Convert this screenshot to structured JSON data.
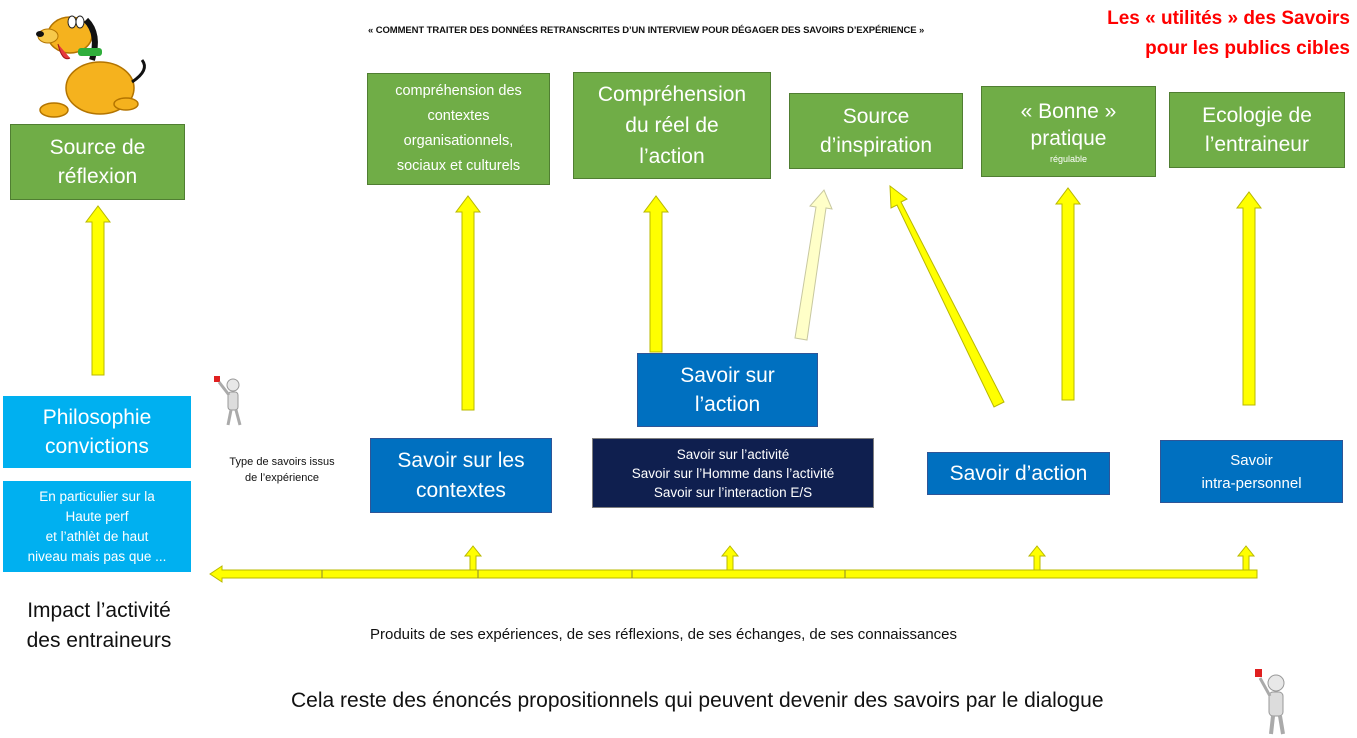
{
  "header": {
    "subtitle": "« COMMENT TRAITER DES DONNÉES RETRANSCRITES D’UN INTERVIEW POUR DÉGAGER DES SAVOIRS D’EXPÉRIENCE »",
    "title_line1": "Les « utilités » des Savoirs",
    "title_line2": "pour les publics cibles",
    "title_color": "#ff0000"
  },
  "colors": {
    "green": "#70ad47",
    "cyan": "#00b0f0",
    "blue": "#0070c0",
    "navy": "#0f1f4f",
    "arrow": "#ffff00"
  },
  "utilities": {
    "reflexion": [
      "Source de",
      "réflexion"
    ],
    "contextes": [
      "compréhension des",
      "contextes",
      "organisationnels,",
      "sociaux et culturels"
    ],
    "reel": [
      "Compréhension",
      "du réel de",
      "l’action"
    ],
    "inspiration": [
      "Source",
      "d’inspiration"
    ],
    "pratique": [
      "« Bonne »",
      "pratique"
    ],
    "pratique_note": "régulable",
    "ecologie": [
      "Ecologie de",
      "l’entraineur"
    ]
  },
  "savoirs": {
    "philosophie": [
      "Philosophie",
      "convictions"
    ],
    "particulier": [
      "En particulier sur la",
      "Haute perf",
      "et l’athlèt de haut",
      "niveau mais pas que ..."
    ],
    "type_label": [
      "Type de savoirs issus",
      "de l’expérience"
    ],
    "contextes": [
      "Savoir sur les",
      "contextes"
    ],
    "sur_action": [
      "Savoir sur",
      "l’action"
    ],
    "activite": [
      "Savoir sur l’activité",
      "Savoir sur l’Homme dans l’activité",
      "Savoir sur l’interaction E/S"
    ],
    "action": "Savoir d’action",
    "intra": [
      "Savoir",
      "intra-personnel"
    ]
  },
  "footer": {
    "impact": [
      "Impact l’activité",
      "des entraineurs"
    ],
    "produits": "Produits de ses expériences, de ses réflexions, de ses échanges, de ses connaissances",
    "conclusion": "Cela reste des énoncés propositionnels qui peuvent devenir des savoirs par le dialogue"
  },
  "icons": [
    "dog-mascot-icon",
    "figure-with-red-card-icon"
  ]
}
